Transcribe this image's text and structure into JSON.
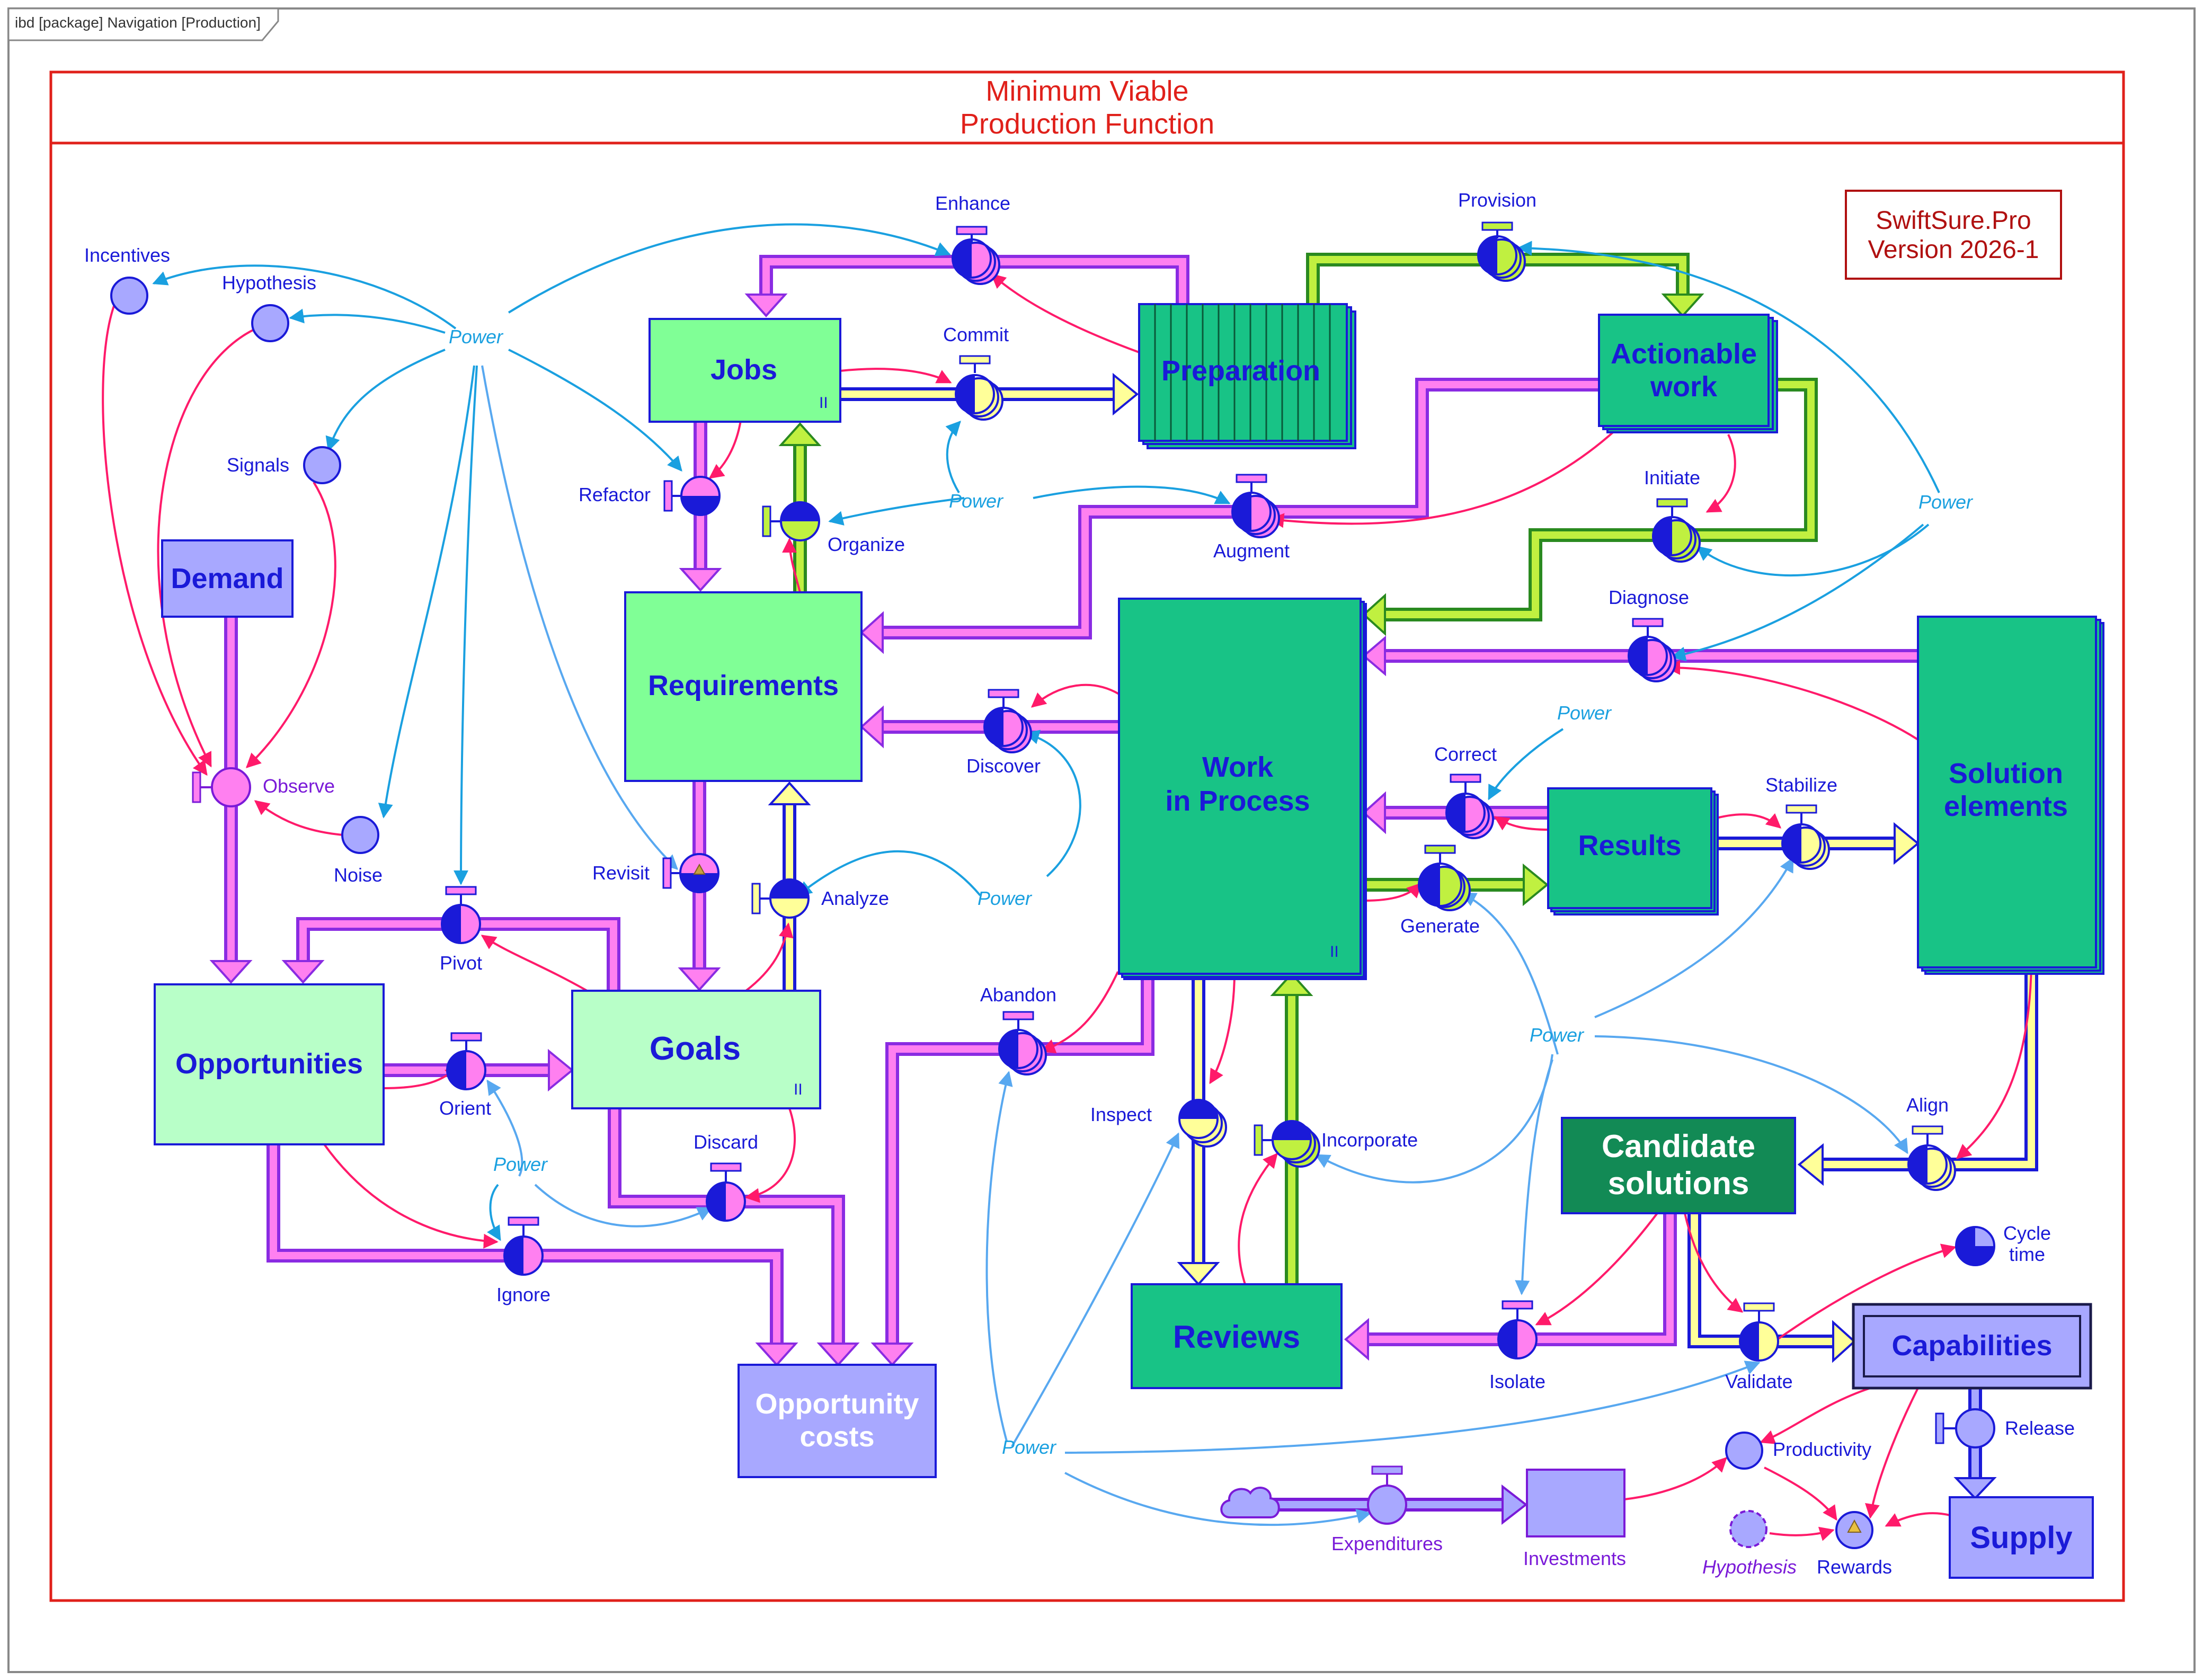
{
  "header": {
    "tab_label": "ibd [package] Navigation [Production]"
  },
  "frame": {
    "title_line1": "Minimum Viable",
    "title_line2": "Production Function"
  },
  "version_box": {
    "line1": "SwiftSure.Pro",
    "line2": "Version 2026-1"
  },
  "stocks": {
    "jobs": "Jobs",
    "preparation": "Preparation",
    "actionable_work_line1": "Actionable",
    "actionable_work_line2": "work",
    "demand": "Demand",
    "requirements": "Requirements",
    "work_in_process_line1": "Work",
    "work_in_process_line2": "in Process",
    "results": "Results",
    "solution_elements_line1": "Solution",
    "solution_elements_line2": "elements",
    "opportunities": "Opportunities",
    "goals": "Goals",
    "candidate_solutions_line1": "Candidate",
    "candidate_solutions_line2": "solutions",
    "reviews": "Reviews",
    "capabilities": "Capabilities",
    "opportunity_costs_line1": "Opportunity",
    "opportunity_costs_line2": "costs",
    "supply": "Supply",
    "investments": "Investments",
    "parallel_marker": "II"
  },
  "flows": {
    "enhance": "Enhance",
    "provision": "Provision",
    "commit": "Commit",
    "refactor": "Refactor",
    "organize": "Organize",
    "augment": "Augment",
    "initiate": "Initiate",
    "diagnose": "Diagnose",
    "discover": "Discover",
    "correct": "Correct",
    "stabilize": "Stabilize",
    "generate": "Generate",
    "revisit": "Revisit",
    "analyze": "Analyze",
    "observe": "Observe",
    "pivot": "Pivot",
    "orient": "Orient",
    "abandon": "Abandon",
    "discard": "Discard",
    "ignore": "Ignore",
    "inspect": "Inspect",
    "incorporate": "Incorporate",
    "align": "Align",
    "isolate": "Isolate",
    "validate": "Validate",
    "release": "Release",
    "expenditures": "Expenditures"
  },
  "variables": {
    "incentives": "Incentives",
    "hypothesis": "Hypothesis",
    "signals": "Signals",
    "noise": "Noise",
    "productivity": "Productivity",
    "rewards": "Rewards",
    "hypothesis_dashed": "Hypothesis",
    "cycle_time_line1": "Cycle",
    "cycle_time_line2": "time"
  },
  "power_label": "Power",
  "colors": {
    "frame_red": "#e0201a",
    "stock_dark_green": "#18c386",
    "stock_light_green": "#80ff96",
    "stock_pale_green": "#b8ffc8",
    "stock_lavender": "#a8a8ff",
    "stock_deep_green": "#128a55",
    "flow_pink": "#ff80f0",
    "flow_lime": "#c0f040",
    "flow_yellow": "#ffff99",
    "text_blue": "#1a1ad8",
    "power_cyan": "#1aa0e0",
    "link_red": "#ff1a6a",
    "purple_edge": "#8a2be2"
  }
}
